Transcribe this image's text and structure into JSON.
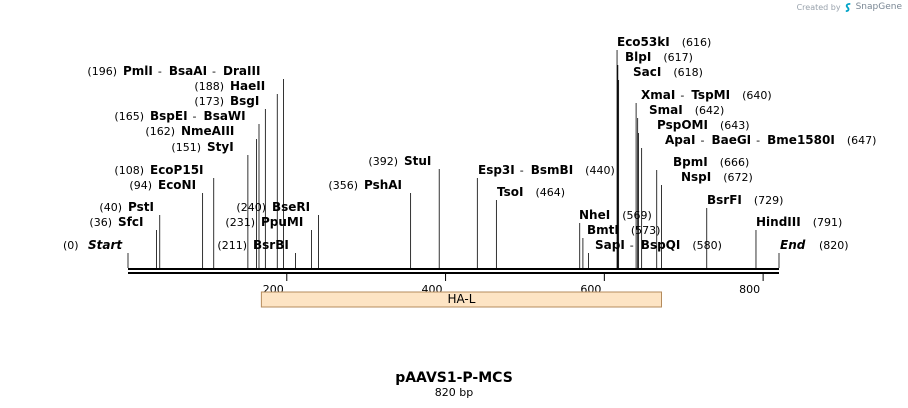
{
  "watermark": {
    "prefix": "Created by",
    "brand": "SnapGene"
  },
  "title": "pAAVS1-P-MCS",
  "subtitle": "820 bp",
  "sequence_length": 820,
  "ticks": [
    200,
    400,
    600,
    800
  ],
  "edges": [
    {
      "name": "Start",
      "position": 0
    },
    {
      "name": "End",
      "position": 820
    }
  ],
  "sites": [
    {
      "names": [
        "SfcI"
      ],
      "positions": [
        36
      ]
    },
    {
      "names": [
        "PstI"
      ],
      "positions": [
        40
      ]
    },
    {
      "names": [
        "EcoNI"
      ],
      "positions": [
        94
      ]
    },
    {
      "names": [
        "EcoP15I"
      ],
      "positions": [
        108
      ]
    },
    {
      "names": [
        "StyI"
      ],
      "positions": [
        151
      ]
    },
    {
      "names": [
        "NmeAIII"
      ],
      "positions": [
        162
      ]
    },
    {
      "names": [
        "BspEI",
        "BsaWI"
      ],
      "positions": [
        165
      ]
    },
    {
      "names": [
        "BsgI"
      ],
      "positions": [
        173
      ]
    },
    {
      "names": [
        "HaeII"
      ],
      "positions": [
        188
      ]
    },
    {
      "names": [
        "PmlI",
        "BsaAI",
        "DraIII"
      ],
      "positions": [
        196
      ]
    },
    {
      "names": [
        "BsrBI"
      ],
      "positions": [
        211
      ]
    },
    {
      "names": [
        "PpuMI"
      ],
      "positions": [
        231
      ]
    },
    {
      "names": [
        "BseRI"
      ],
      "positions": [
        240
      ]
    },
    {
      "names": [
        "PshAI"
      ],
      "positions": [
        356
      ]
    },
    {
      "names": [
        "StuI"
      ],
      "positions": [
        392
      ]
    },
    {
      "names": [
        "Esp3I",
        "BsmBI"
      ],
      "positions": [
        440
      ]
    },
    {
      "names": [
        "TsoI"
      ],
      "positions": [
        464
      ]
    },
    {
      "names": [
        "NheI"
      ],
      "positions": [
        569
      ]
    },
    {
      "names": [
        "BmtI"
      ],
      "positions": [
        573
      ]
    },
    {
      "names": [
        "SapI",
        "BspQI"
      ],
      "positions": [
        580
      ]
    },
    {
      "names": [
        "Eco53kI"
      ],
      "positions": [
        616
      ]
    },
    {
      "names": [
        "BlpI"
      ],
      "positions": [
        617
      ]
    },
    {
      "names": [
        "SacI"
      ],
      "positions": [
        618
      ]
    },
    {
      "names": [
        "XmaI",
        "TspMI"
      ],
      "positions": [
        640
      ]
    },
    {
      "names": [
        "SmaI"
      ],
      "positions": [
        642
      ]
    },
    {
      "names": [
        "PspOMI"
      ],
      "positions": [
        643
      ]
    },
    {
      "names": [
        "ApaI",
        "BaeGI",
        "Bme1580I"
      ],
      "positions": [
        647
      ]
    },
    {
      "names": [
        "BpmI"
      ],
      "positions": [
        666
      ]
    },
    {
      "names": [
        "NspI"
      ],
      "positions": [
        672
      ]
    },
    {
      "names": [
        "BsrFI"
      ],
      "positions": [
        729
      ]
    },
    {
      "names": [
        "HindIII"
      ],
      "positions": [
        791
      ]
    }
  ],
  "features": [
    {
      "name": "HA-L",
      "start": 168,
      "end": 672,
      "color": "#fde4c4",
      "stroke": "#b58b5c"
    }
  ],
  "colors": {
    "backbone": "#000000",
    "leader": "#000000",
    "watermark_icon": "#00a3c7"
  }
}
